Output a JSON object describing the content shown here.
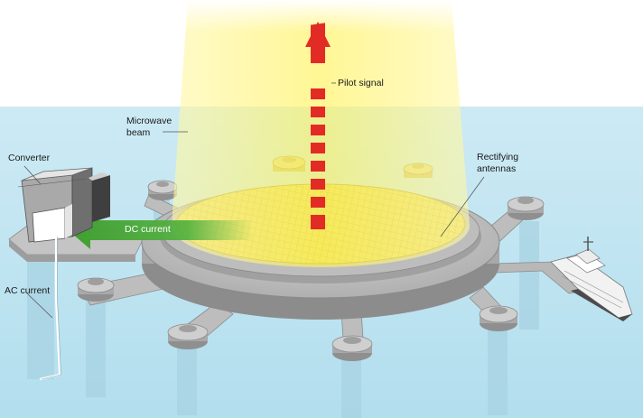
{
  "labels": {
    "pilot_signal": "Pilot signal",
    "microwave_beam_line1": "Microwave",
    "microwave_beam_line2": "beam",
    "converter": "Converter",
    "rectifying_antennas_line1": "Rectifying",
    "rectifying_antennas_line2": "antennas",
    "dc_current": "DC current",
    "ac_current": "AC current"
  },
  "colors": {
    "sky": "#ffffff",
    "ocean": "#bfe6f2",
    "beam": "#fff37a",
    "platform": "#c8c8c8",
    "antenna_grid": "#d8c84a",
    "pilot_signal_arrow": "#e32b26",
    "dc_arrow": "#4fb03c",
    "leader_lines": "#555555"
  }
}
